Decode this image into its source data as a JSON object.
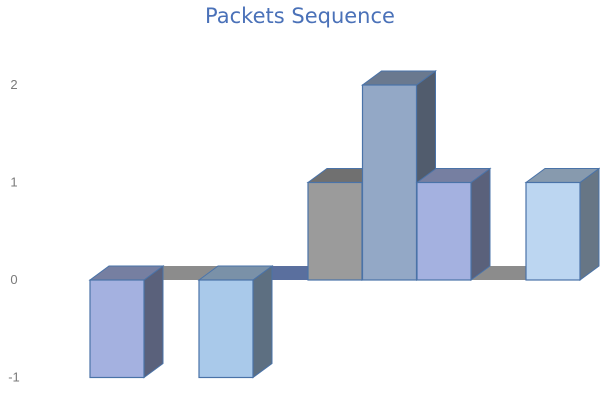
{
  "chart_data": {
    "type": "bar",
    "style": "3d-column",
    "title": "Packets Sequence",
    "xlabel": "",
    "ylabel": "",
    "categories": [
      "",
      "",
      "",
      "",
      "",
      "",
      "",
      "",
      ""
    ],
    "values": [
      -1,
      0,
      -1,
      0,
      1,
      2,
      1,
      0,
      1
    ],
    "bar_colors": [
      "#a4b1e0",
      "#8c8c8c",
      "#a9c9ea",
      "#5a6f9e",
      "#9b9b9b",
      "#93a8c6",
      "#a4b1e0",
      "#8c8c8c",
      "#bcd6f1"
    ],
    "ylim": [
      -1,
      2
    ],
    "yticks": [
      2,
      1,
      0,
      -1
    ],
    "ytick_labels": [
      "2",
      "1",
      "0",
      "-1"
    ],
    "grid": false,
    "legend": "none"
  }
}
